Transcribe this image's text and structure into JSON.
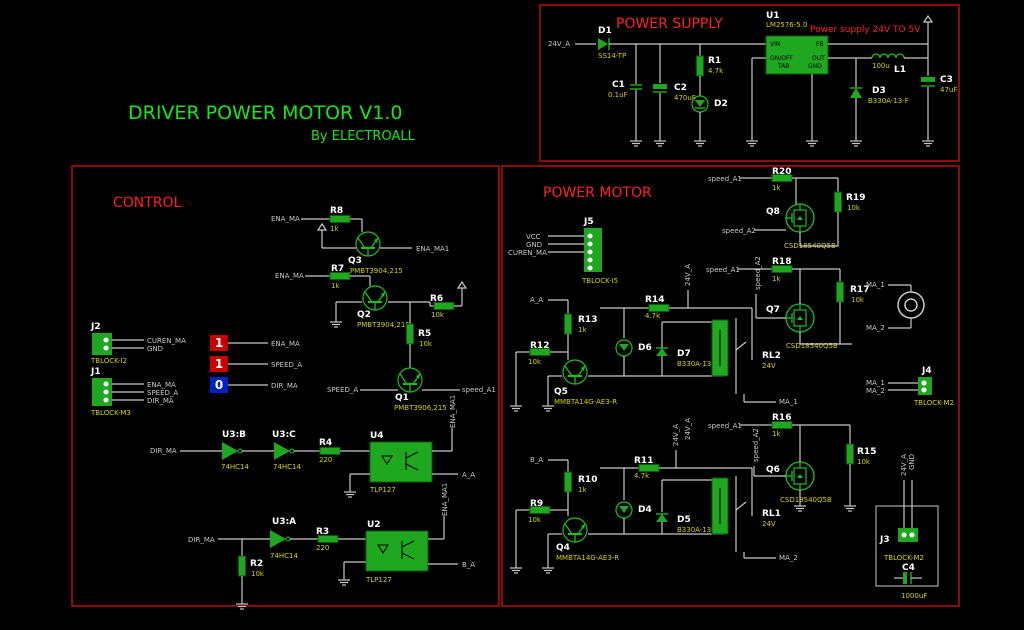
{
  "title": {
    "main": "DRIVER POWER MOTOR V1.0",
    "by": "By ELECTROALL"
  },
  "sections": {
    "power_supply": "POWER SUPPLY",
    "control": "CONTROL",
    "power_motor": "POWER MOTOR"
  },
  "supply": {
    "note": "Power supply 24V TO 5V",
    "input_net": "24V_A",
    "D1": {
      "ref": "D1",
      "value": "SS14-TP"
    },
    "C1": {
      "ref": "C1",
      "value": "0.1uF"
    },
    "C2": {
      "ref": "C2",
      "value": "470uF"
    },
    "R1": {
      "ref": "R1",
      "value": "4.7k"
    },
    "D2": {
      "ref": "D2"
    },
    "U1": {
      "ref": "U1",
      "value": "LM2576-5.0",
      "pins": [
        "VIN",
        "FB",
        "ON/OFF",
        "OUT",
        "TAB",
        "GND"
      ]
    },
    "D3": {
      "ref": "D3",
      "value": "B330A-13-F"
    },
    "L1": {
      "ref": "L1",
      "value": "100u"
    },
    "C3": {
      "ref": "C3",
      "value": "47uF"
    }
  },
  "control": {
    "R8": {
      "ref": "R8",
      "value": "1k"
    },
    "Q3": {
      "ref": "Q3",
      "value": "PMBT3904,215"
    },
    "R7": {
      "ref": "R7",
      "value": "1k"
    },
    "Q2": {
      "ref": "Q2",
      "value": "PMBT3904,215"
    },
    "R6": {
      "ref": "R6",
      "value": "10k"
    },
    "R5": {
      "ref": "R5",
      "value": "10k"
    },
    "Q1": {
      "ref": "Q1",
      "value": "PMBT3906,215"
    },
    "J2": {
      "ref": "J2",
      "value": "TBLOCK-I2",
      "pins": [
        "CUREN_MA",
        "GND"
      ]
    },
    "J1": {
      "ref": "J1",
      "value": "TBLOCK-M3",
      "pins": [
        "ENA_MA",
        "SPEED_A",
        "DIR_MA"
      ]
    },
    "states": [
      {
        "value": "1",
        "net": "ENA_MA"
      },
      {
        "value": "1",
        "net": "SPEED_A"
      },
      {
        "value": "0",
        "net": "DIR_MA"
      }
    ],
    "U3B": {
      "ref": "U3:B",
      "value": "74HC14"
    },
    "U3C": {
      "ref": "U3:C",
      "value": "74HC14"
    },
    "U3A": {
      "ref": "U3:A",
      "value": "74HC14"
    },
    "R4": {
      "ref": "R4",
      "value": "220"
    },
    "R3": {
      "ref": "R3",
      "value": "220"
    },
    "R2": {
      "ref": "R2",
      "value": "10k"
    },
    "U4": {
      "ref": "U4",
      "value": "TLP127"
    },
    "U2": {
      "ref": "U2",
      "value": "TLP127"
    },
    "nets": {
      "ena_ma": "ENA_MA",
      "ena_ma1": "ENA_MA1",
      "speed_a": "SPEED_A",
      "speed_a1": "speed_A1",
      "dir_ma": "DIR_MA",
      "a_a": "A_A",
      "b_a": "B_A"
    }
  },
  "motor": {
    "J5": {
      "ref": "J5",
      "value": "TBLOCK-I5",
      "pins": [
        "VCC",
        "GND",
        "CUREN_MA"
      ]
    },
    "R20": {
      "ref": "R20",
      "value": "1k"
    },
    "R19": {
      "ref": "R19",
      "value": "10k"
    },
    "Q8": {
      "ref": "Q8",
      "value": "CSD18540Q5B"
    },
    "R18": {
      "ref": "R18",
      "value": "1k"
    },
    "R17": {
      "ref": "R17",
      "value": "10k"
    },
    "Q7": {
      "ref": "Q7",
      "value": "CSD18540Q5B"
    },
    "R16": {
      "ref": "R16",
      "value": "1k"
    },
    "R15": {
      "ref": "R15",
      "value": "10k"
    },
    "Q6": {
      "ref": "Q6",
      "value": "CSD18540Q5B"
    },
    "R14": {
      "ref": "R14",
      "value": "4.7k"
    },
    "R13": {
      "ref": "R13",
      "value": "1k"
    },
    "R12": {
      "ref": "R12",
      "value": "10k"
    },
    "D6": {
      "ref": "D6"
    },
    "D7": {
      "ref": "D7",
      "value": "B330A-13-F"
    },
    "RL2": {
      "ref": "RL2",
      "value": "24V"
    },
    "Q5": {
      "ref": "Q5",
      "value": "MMBTA14G-AE3-R"
    },
    "R11": {
      "ref": "R11",
      "value": "4.7k"
    },
    "R10": {
      "ref": "R10",
      "value": "1k"
    },
    "R9": {
      "ref": "R9",
      "value": "10k"
    },
    "D4": {
      "ref": "D4"
    },
    "D5": {
      "ref": "D5",
      "value": "B330A-13-F"
    },
    "RL1": {
      "ref": "RL1",
      "value": "24V"
    },
    "Q4": {
      "ref": "Q4",
      "value": "MMBTA14G-AE3-R"
    },
    "J4": {
      "ref": "J4",
      "value": "TBLOCK-M2"
    },
    "J3": {
      "ref": "J3",
      "value": "TBLOCK-M2"
    },
    "C4": {
      "ref": "C4",
      "value": "1000uF"
    },
    "nets": {
      "speed_a1": "speed_A1",
      "speed_a2": "speed_A2",
      "ma1": "MA_1",
      "ma2": "MA_2",
      "a_a": "A_A",
      "b_a": "B_A",
      "v24": "24V_A",
      "gnd": "GND"
    }
  }
}
